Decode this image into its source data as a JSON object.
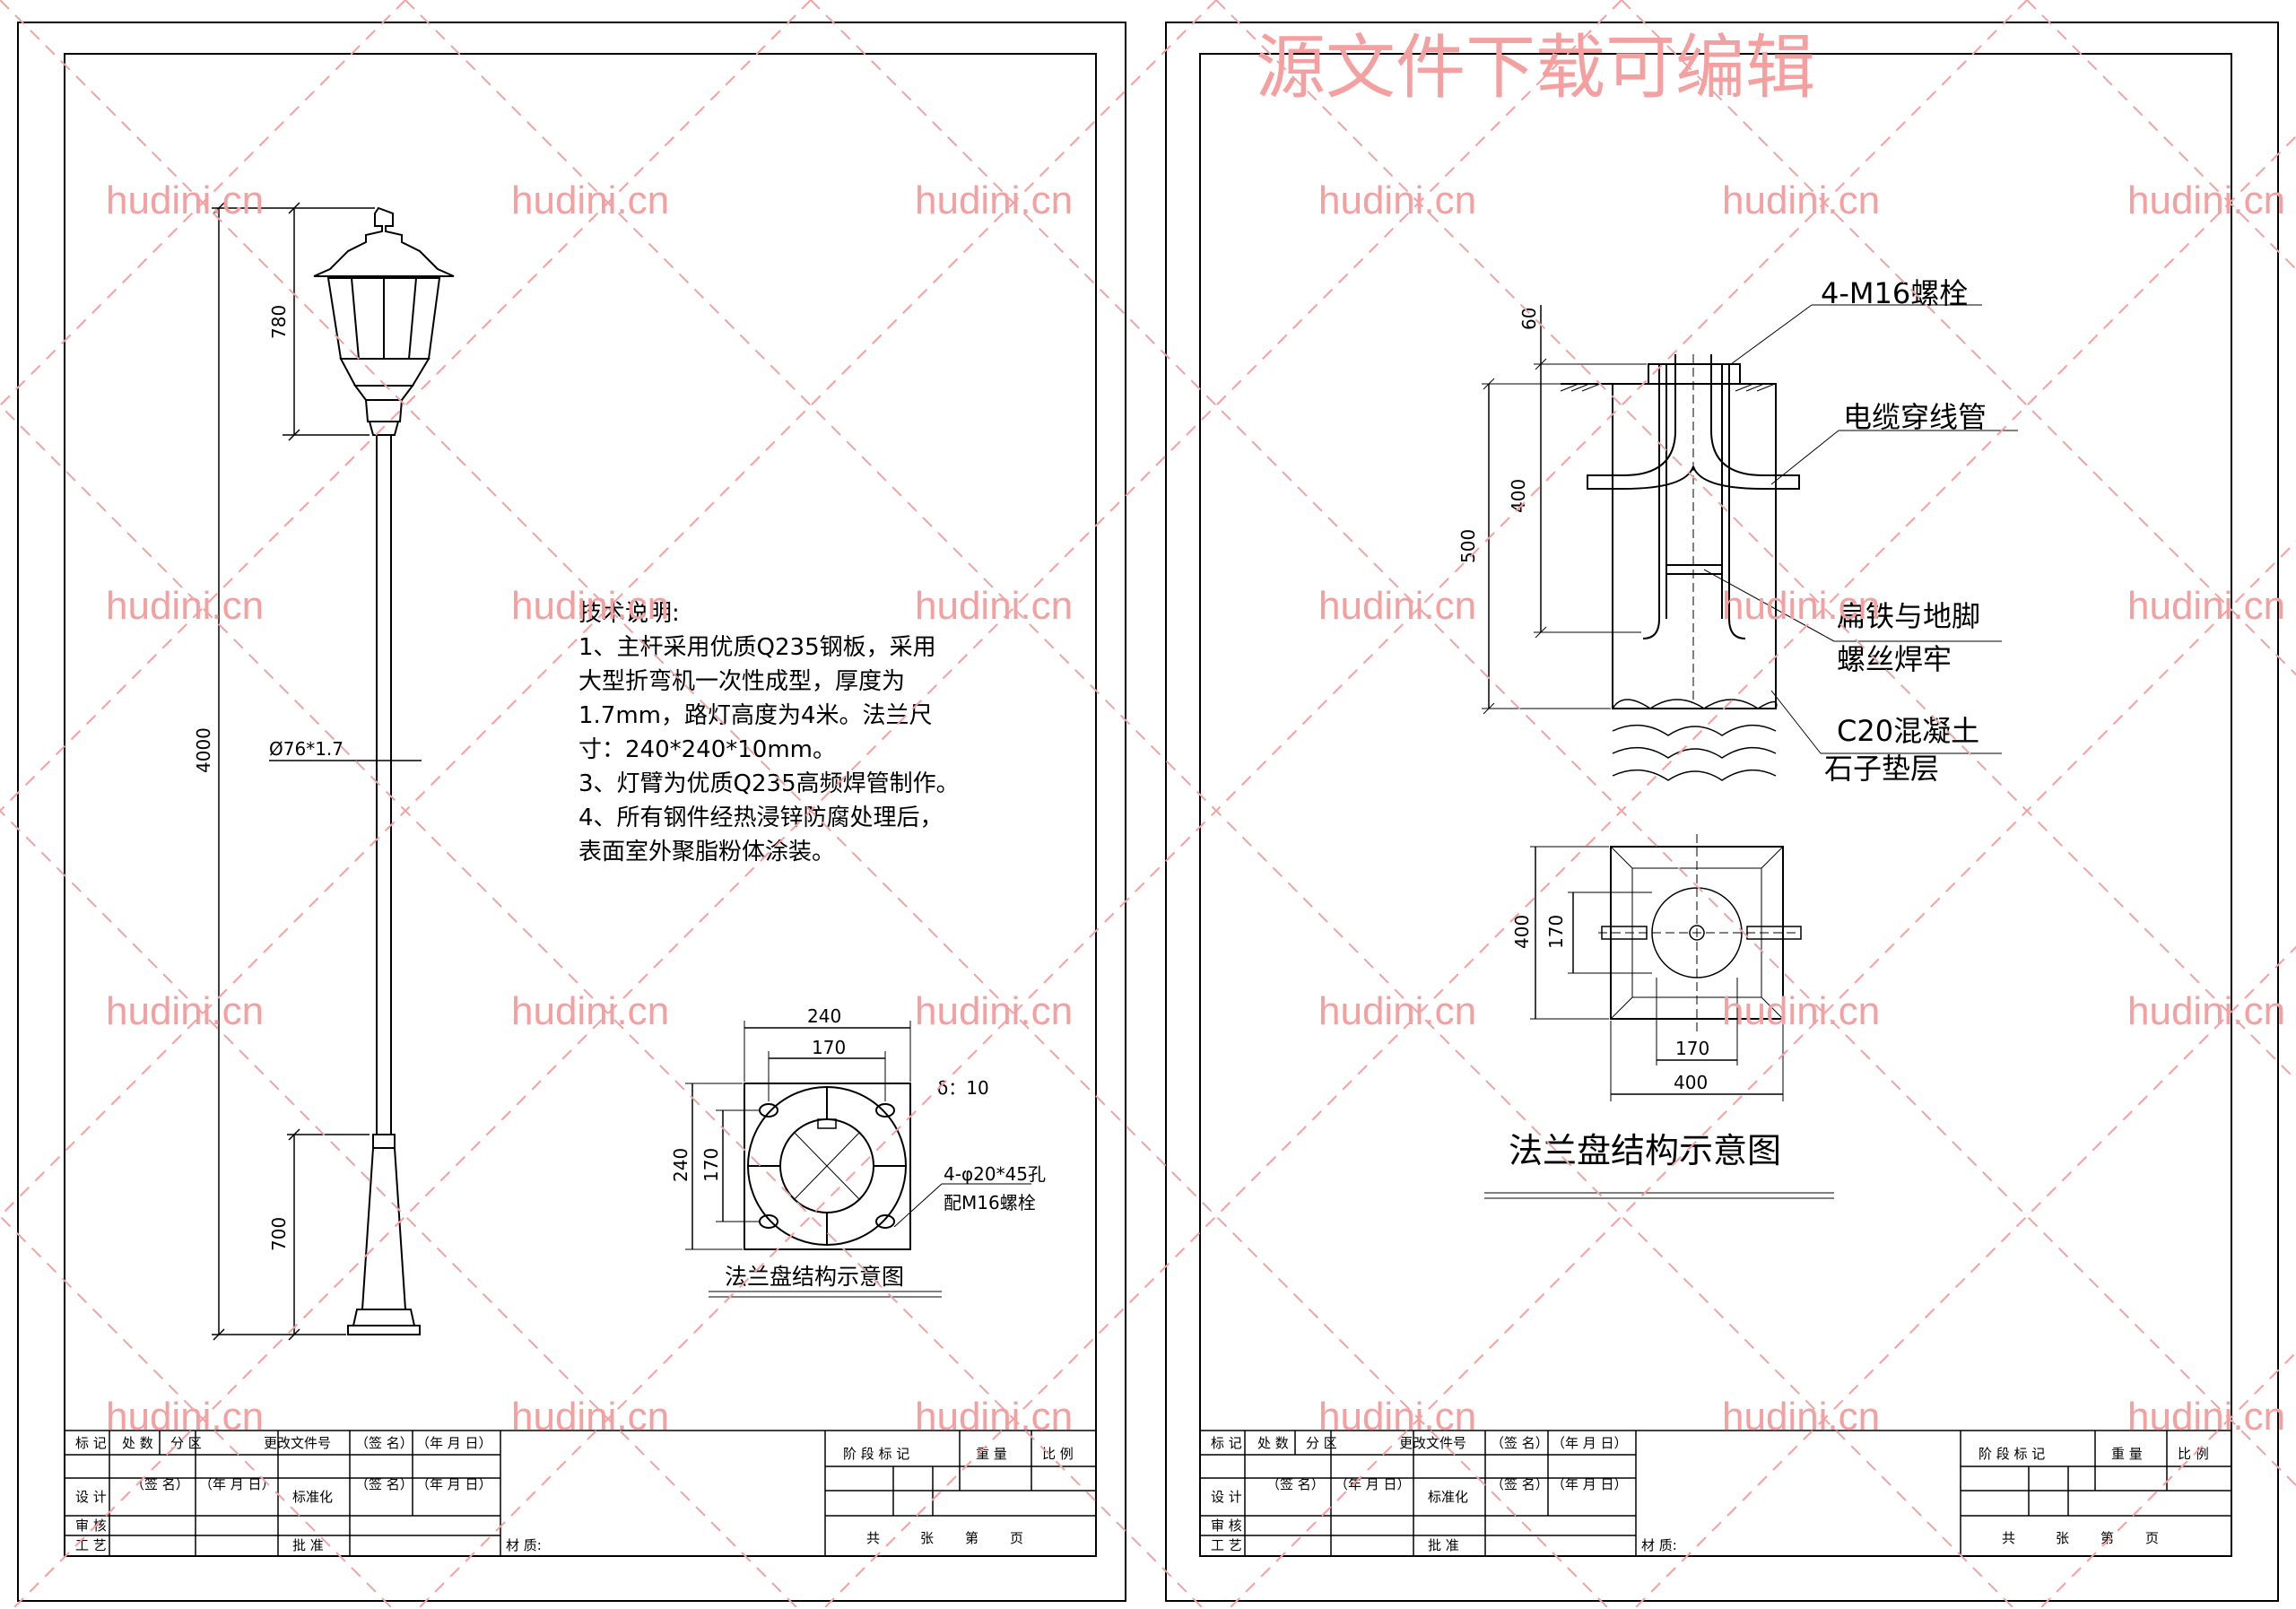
{
  "watermark": {
    "site_text": "hudini.cn",
    "header_text": "源文件下载可编辑",
    "color": "#f4a0a0"
  },
  "left_sheet": {
    "dimensions": {
      "total_height": "4000",
      "lantern_height": "780",
      "base_height": "700",
      "pole_size": "Ø76*1.7"
    },
    "notes": {
      "title": "技术说明:",
      "lines": [
        "1、主杆采用优质Q235钢板，采用",
        "大型折弯机一次性成型，厚度为",
        "1.7mm，路灯高度为4米。法兰尺",
        "寸：240*240*10mm。",
        "3、灯臂为优质Q235高频焊管制作。",
        "4、所有钢件经热浸锌防腐处理后，",
        "表面室外聚脂粉体涂装。"
      ]
    },
    "flange": {
      "outer_w": "240",
      "bolt_w": "170",
      "outer_h": "240",
      "bolt_h": "170",
      "thickness": "δ：10",
      "holes": "4-φ20*45孔",
      "bolts": "配M16螺栓",
      "caption": "法兰盘结构示意图"
    }
  },
  "right_sheet": {
    "section": {
      "bolt_label": "4-M16螺栓",
      "cable_label": "电缆穿线管",
      "weld_label_1": "扁铁与地脚",
      "weld_label_2": "螺丝焊牢",
      "concrete_label": "C20混凝土",
      "gravel_label": "石子垫层",
      "dim_top": "60",
      "dim_bolt": "400",
      "dim_depth": "500"
    },
    "plan": {
      "dim_h_outer": "400",
      "dim_h_inner": "170",
      "dim_w_inner": "170",
      "dim_w_outer": "400",
      "caption": "法兰盘结构示意图"
    }
  },
  "title_block": {
    "row1": [
      "标 记",
      "处 数",
      "分 区",
      "更改文件号",
      "（签 名）",
      "（年 月 日）"
    ],
    "design": "设  计",
    "sign": "（签 名）",
    "date": "（年 月 日）",
    "standard": "标准化",
    "sign2": "（签 名）",
    "date2": "（年 月 日）",
    "review": "审  核",
    "craft": "工  艺",
    "approve": "批  准",
    "material": "材 质:",
    "stage": "阶 段 标 记",
    "weight": "重 量",
    "scale": "比 例",
    "total": "共",
    "sheet": "张",
    "no": "第",
    "page": "页"
  }
}
